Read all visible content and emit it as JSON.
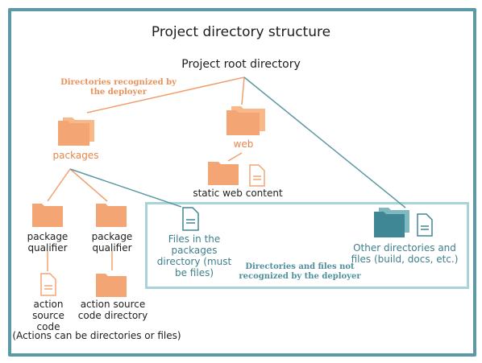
{
  "title": "Project directory structure",
  "root_label": "Project root directory",
  "recognized_label": "Directories recognized by the deployer",
  "packages_label": "packages",
  "web_label": "web",
  "static_label": "static web content",
  "package_qualifier_1": "package qualifier",
  "package_qualifier_2": "package qualifier",
  "action_code_label": "action source code",
  "action_dir_label": "action source code directory",
  "actions_note": "(Actions can be directories or files)",
  "files_label": "Files in the packages directory (must be files)",
  "other_label": "Other directories and files (build, docs, etc.)",
  "not_recognized_label": "Directories and files not recognized by the deployer",
  "colors": {
    "frame": "#5a9aa6",
    "orange": "#f4a574",
    "orange_text": "#e2874c",
    "teal": "#3f7f8c",
    "box_border": "#a7d4d9"
  }
}
